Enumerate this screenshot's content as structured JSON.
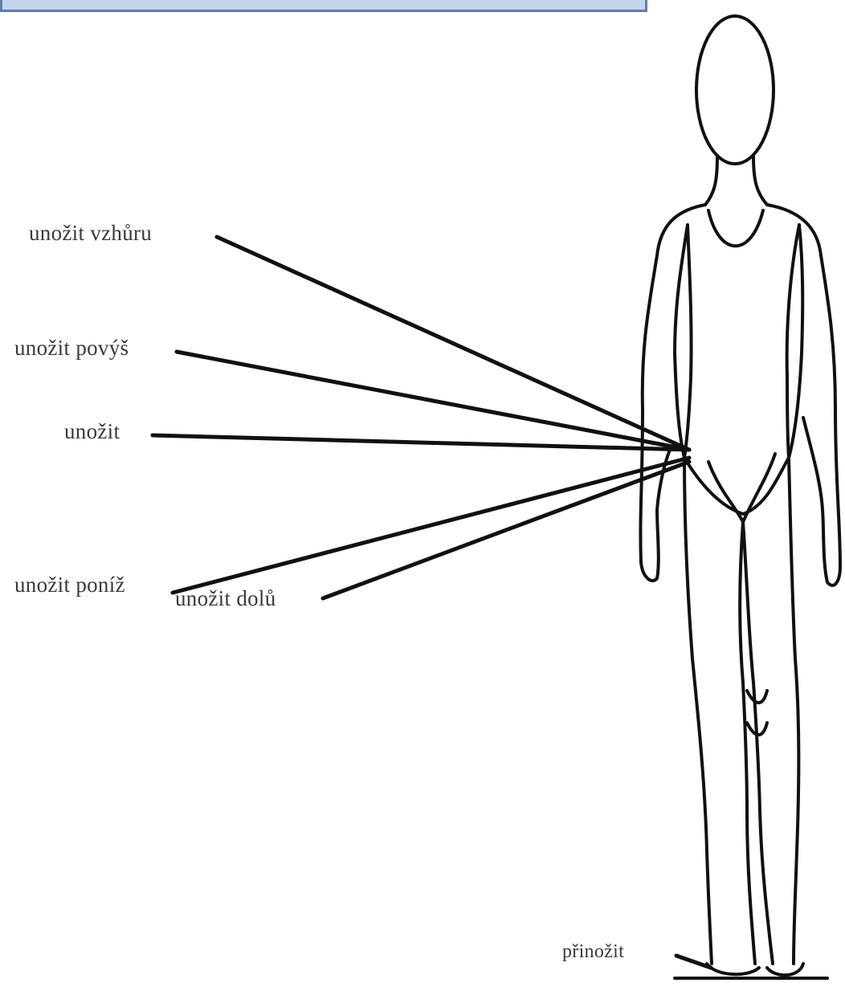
{
  "labels": {
    "vzhuru": "unožit vzhůru",
    "povys": "unožit povýš",
    "unozit": "unožit",
    "poniz": "unožit poníž",
    "dolu": "unožit dolů",
    "prinozit": "přinožit"
  },
  "colors": {
    "banner_fill": "#c5d4ea",
    "banner_border": "#5b7db1",
    "line": "#111111"
  }
}
